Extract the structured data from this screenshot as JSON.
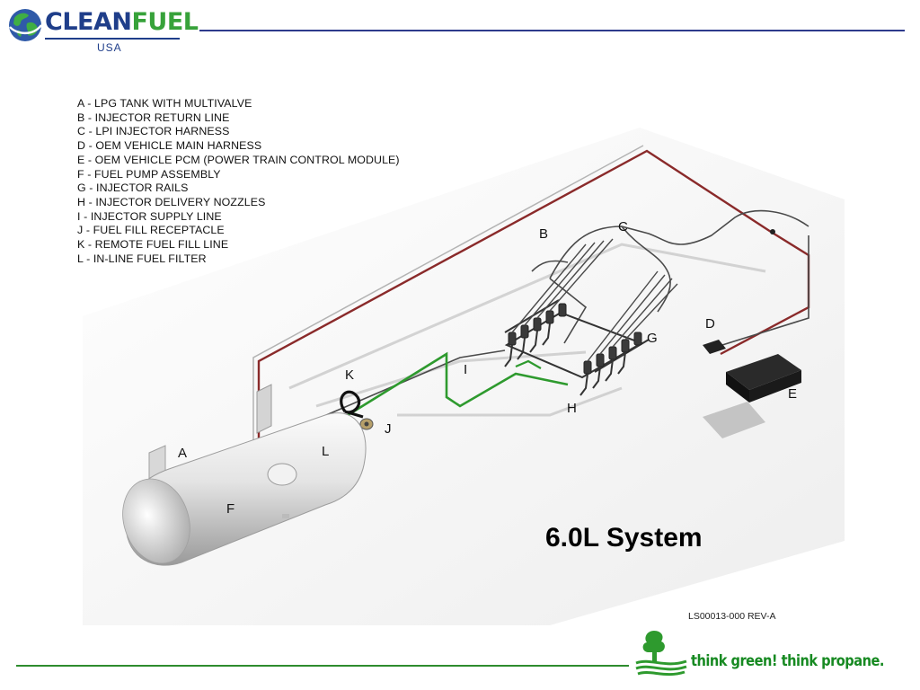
{
  "header": {
    "logo_clean": "CLEAN",
    "logo_fuel": "FUEL",
    "logo_sub": "USA"
  },
  "legend": [
    "A - LPG TANK WITH MULTIVALVE",
    "B - INJECTOR RETURN LINE",
    "C - LPI INJECTOR HARNESS",
    "D - OEM VEHICLE MAIN HARNESS",
    "E - OEM VEHICLE PCM (POWER TRAIN CONTROL MODULE)",
    "F - FUEL PUMP ASSEMBLY",
    "G - INJECTOR RAILS",
    "H - INJECTOR DELIVERY NOZZLES",
    "I - INJECTOR SUPPLY LINE",
    "J - FUEL FILL RECEPTACLE",
    "K - REMOTE FUEL FILL LINE",
    "L - IN-LINE FUEL FILTER"
  ],
  "callouts": {
    "a": "A",
    "b": "B",
    "c": "C",
    "d": "D",
    "e": "E",
    "f": "F",
    "g": "G",
    "h": "H",
    "i": "I",
    "j": "J",
    "k": "K",
    "l": "L"
  },
  "title": "6.0L System",
  "reference": "LS00013-000 REV-A",
  "footer": {
    "tagline": "think green! think propane."
  },
  "colors": {
    "brand_blue": "#1f3e8a",
    "brand_green": "#37a23a",
    "supply_line_green": "#2e9a2e",
    "return_line_red": "#8a2a2a",
    "harness_gray": "#4a4a4a"
  }
}
